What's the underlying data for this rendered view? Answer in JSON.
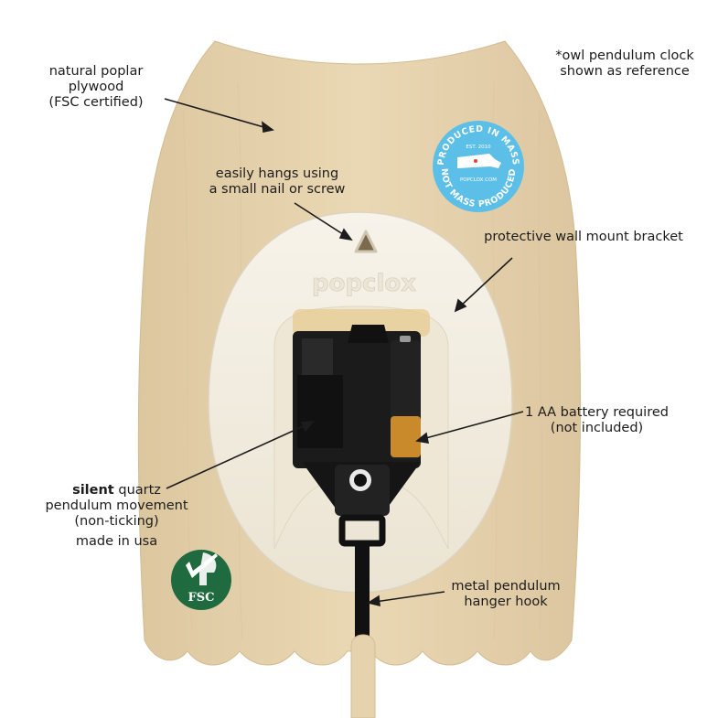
{
  "annotations": {
    "plywood": [
      "natural poplar",
      "plywood",
      "(FSC certified)"
    ],
    "reference": [
      "*owl pendulum clock",
      "shown as reference"
    ],
    "hangs": [
      "easily hangs using",
      "a small nail or screw"
    ],
    "bracket": "protective wall mount bracket",
    "battery": [
      "1 AA battery required",
      "(not included)"
    ],
    "movement": {
      "bold_word": "silent",
      "line1_rest": " quartz",
      "line2": "pendulum movement",
      "line3": "(non-ticking)",
      "line4": "made in usa"
    },
    "hook": [
      "metal pendulum",
      "hanger hook"
    ]
  },
  "brand_embossed": "popclox",
  "badge": {
    "top_text": "PRODUCED IN MASS",
    "est": "EST. 2010",
    "site": "POPCLOX.COM",
    "bottom_text": "NOT MASS PRODUCED"
  },
  "fsc_logo_text": "FSC",
  "colors": {
    "wood": "#e6d3ae",
    "bracket": "#f3eee2",
    "badge_blue": "#5bbfe8",
    "fsc_green": "#1f6b3f",
    "movement": "#1b1b1b",
    "battery_gold": "#c98a2b"
  }
}
